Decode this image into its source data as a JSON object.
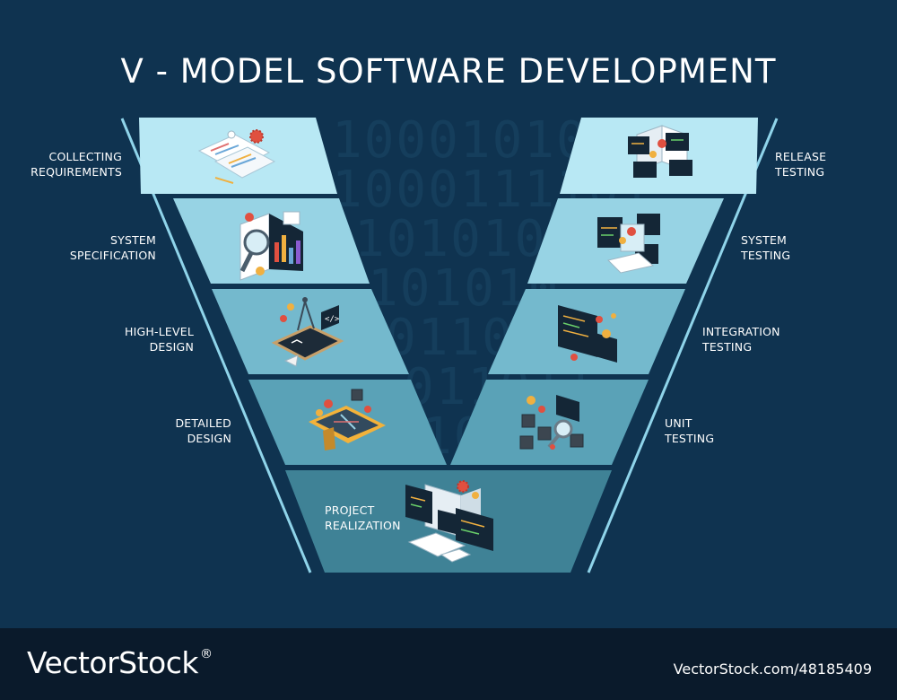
{
  "title": "V - MODEL SOFTWARE DEVELOPMENT",
  "binary_background": [
    "1000101010",
    "1000111101",
    "1010101",
    "101010",
    "011010",
    "011011",
    "10"
  ],
  "left_stages": [
    {
      "line1": "COLLECTING",
      "line2": "REQUIREMENTS",
      "icon": "requirements-documents-icon"
    },
    {
      "line1": "SYSTEM",
      "line2": "SPECIFICATION",
      "icon": "specification-chart-icon"
    },
    {
      "line1": "HIGH-LEVEL",
      "line2": "DESIGN",
      "icon": "blueprint-compass-icon"
    },
    {
      "line1": "DETAILED",
      "line2": "DESIGN",
      "icon": "detailed-design-board-icon"
    }
  ],
  "right_stages": [
    {
      "line1": "RELEASE",
      "line2": "TESTING",
      "icon": "release-windows-icon"
    },
    {
      "line1": "SYSTEM",
      "line2": "TESTING",
      "icon": "system-testing-monitors-icon"
    },
    {
      "line1": "INTEGRATION",
      "line2": "TESTING",
      "icon": "integration-code-icon"
    },
    {
      "line1": "UNIT",
      "line2": "TESTING",
      "icon": "unit-testing-cubes-icon"
    }
  ],
  "bottom_stage": {
    "line1": "PROJECT",
    "line2": "REALIZATION",
    "icon": "computer-workstation-icon"
  },
  "footer": {
    "brand": "VectorStock",
    "registered": "®",
    "stock_id": "VectorStock.com/48185409"
  },
  "colors": {
    "background": "#0f3350",
    "footer": "#0a1a2b",
    "band1": "#b8e8f4",
    "band2": "#97d3e4",
    "band3": "#74b9cd",
    "band4": "#5aa2b7",
    "band5": "#3f8296",
    "outline": "#8fd4ea"
  }
}
